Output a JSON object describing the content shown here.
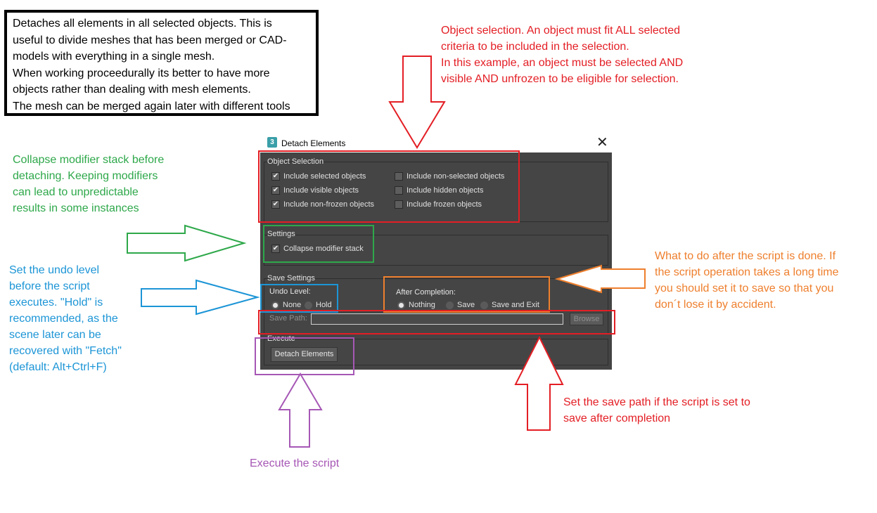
{
  "intro": {
    "lines": [
      "Detaches all elements in all selected objects. This is",
      "useful to divide meshes that has been merged or CAD-",
      "models with everything in a single mesh.",
      "When working proceedurally its better to have more",
      "objects rather than dealing with mesh elements.",
      "The mesh can be merged again later with different tools"
    ]
  },
  "notes": {
    "selection": [
      "Object selection. An object must fit ALL selected",
      "criteria to be included in the selection.",
      "In this example, an object must be selected AND",
      "visible AND unfrozen to be eligible for selection."
    ],
    "collapse": [
      "Collapse modifier stack before",
      "detaching. Keeping modifiers",
      "can lead to unpredictable",
      "results in some instances"
    ],
    "undo": [
      "Set the undo level",
      "before the script",
      "executes. \"Hold\" is",
      "recommended, as the",
      "scene later can be",
      "recovered with \"Fetch\"",
      "(default: Alt+Ctrl+F)"
    ],
    "after": [
      "What to do after the script is done. If",
      "the script operation takes a long time",
      "you should set it to save so that you",
      "don´t lose it by accident."
    ],
    "savepath": [
      "Set the save path if the script is set to",
      "save after completion"
    ],
    "execute": "Execute the script"
  },
  "dialog": {
    "app_icon": "3",
    "title": "Detach Elements",
    "object_selection": {
      "label": "Object Selection",
      "options": [
        {
          "label": "Include selected objects",
          "checked": true
        },
        {
          "label": "Include non-selected objects",
          "checked": false
        },
        {
          "label": "Include visible objects",
          "checked": true
        },
        {
          "label": "Include hidden objects",
          "checked": false
        },
        {
          "label": "Include non-frozen objects",
          "checked": true
        },
        {
          "label": "Include frozen objects",
          "checked": false
        }
      ]
    },
    "settings": {
      "label": "Settings",
      "collapse_label": "Collapse modifier stack",
      "collapse_checked": true
    },
    "save_settings": {
      "label": "Save Settings",
      "undo_label": "Undo Level:",
      "undo_options": [
        "None",
        "Hold"
      ],
      "undo_selected": "None",
      "after_label": "After Completion:",
      "after_options": [
        "Nothing",
        "Save",
        "Save and Exit"
      ],
      "after_selected": "Nothing",
      "save_path_label": "Save Path:",
      "save_path_value": "",
      "browse_label": "Browse"
    },
    "execute": {
      "label": "Execute",
      "button_label": "Detach Elements"
    }
  },
  "colors": {
    "red": "#e31e24",
    "green": "#2ea84a",
    "blue": "#1c95d6",
    "orange": "#ee7f2d",
    "purple": "#a657b5",
    "dialog_bg": "#444444"
  }
}
